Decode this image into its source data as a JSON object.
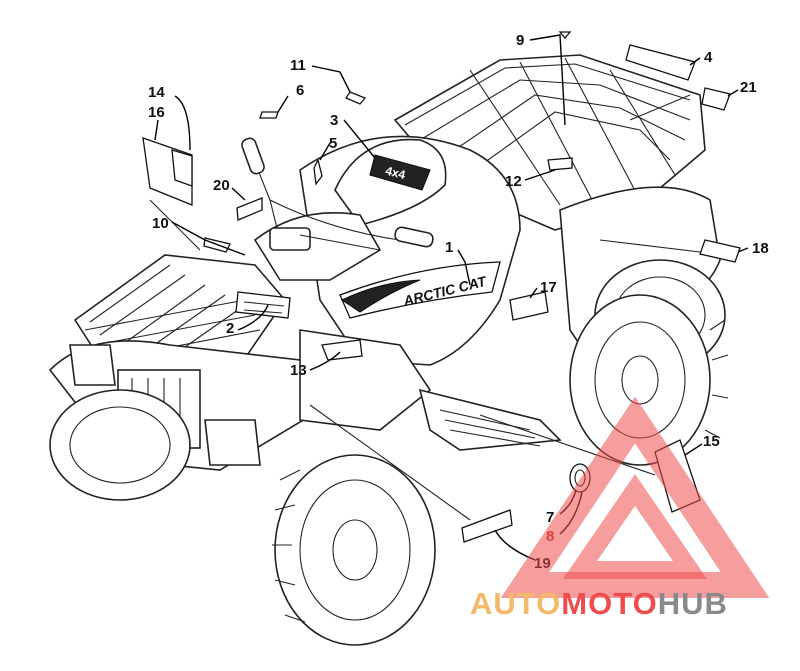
{
  "diagram": {
    "callouts": [
      {
        "id": "c1",
        "label": "1"
      },
      {
        "id": "c2",
        "label": "2"
      },
      {
        "id": "c3",
        "label": "3"
      },
      {
        "id": "c4",
        "label": "4"
      },
      {
        "id": "c5",
        "label": "5"
      },
      {
        "id": "c6",
        "label": "6"
      },
      {
        "id": "c7",
        "label": "7"
      },
      {
        "id": "c8",
        "label": "8"
      },
      {
        "id": "c9",
        "label": "9"
      },
      {
        "id": "c10",
        "label": "10"
      },
      {
        "id": "c11",
        "label": "11"
      },
      {
        "id": "c12",
        "label": "12"
      },
      {
        "id": "c13",
        "label": "13"
      },
      {
        "id": "c14",
        "label": "14"
      },
      {
        "id": "c15",
        "label": "15"
      },
      {
        "id": "c16",
        "label": "16"
      },
      {
        "id": "c17",
        "label": "17"
      },
      {
        "id": "c18",
        "label": "18"
      },
      {
        "id": "c19",
        "label": "19"
      },
      {
        "id": "c20",
        "label": "20"
      },
      {
        "id": "c21",
        "label": "21"
      }
    ],
    "decal_texts": {
      "side_logo": "ARCTIC CAT",
      "hood_logo": "4x4"
    }
  },
  "watermark": {
    "auto": "AUTO",
    "moto": "MOTO",
    "hub": "HUB",
    "colors": {
      "auto": "#f5b96a",
      "moto": "#ef4d4d",
      "hub": "#8a8a8a",
      "triangle": "#ef4d4d"
    }
  },
  "colors": {
    "line": "#000000",
    "callout_highlight": "#c0392b"
  }
}
